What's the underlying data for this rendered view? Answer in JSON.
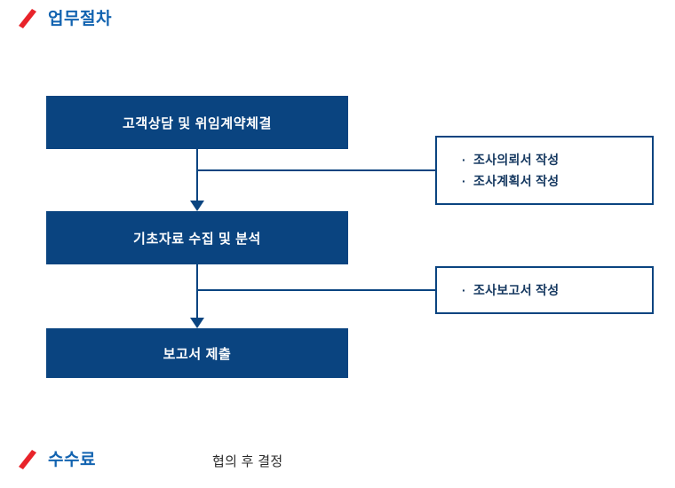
{
  "colors": {
    "brand_blue": "#0a4480",
    "heading_blue": "#1263b0",
    "note_text_blue": "#14375f",
    "accent_red": "#e8232a",
    "box_text": "#ffffff",
    "fee_text": "#2b2b2b"
  },
  "sections": {
    "process": {
      "heading": "업무절차",
      "slash_icon": "red-slash-icon"
    },
    "fee": {
      "heading": "수수료",
      "slash_icon": "red-slash-icon",
      "note": "협의 후 결정"
    }
  },
  "flow": {
    "steps": [
      {
        "label": "고객상담 및 위임계약체결"
      },
      {
        "label": "기초자료 수집 및 분석"
      },
      {
        "label": "보고서 제출"
      }
    ],
    "notes": [
      {
        "attached_to_step": 0,
        "lines": [
          "조사의뢰서 작성",
          "조사계획서 작성"
        ]
      },
      {
        "attached_to_step": 1,
        "lines": [
          "조사보고서 작성"
        ]
      }
    ],
    "connectors": [
      {
        "type": "arrow-down",
        "from_step": 0,
        "to_step": 1
      },
      {
        "type": "arrow-down",
        "from_step": 1,
        "to_step": 2
      },
      {
        "type": "branch-right",
        "from_step": 0,
        "to_note": 0
      },
      {
        "type": "branch-right",
        "from_step": 1,
        "to_note": 1
      }
    ]
  }
}
